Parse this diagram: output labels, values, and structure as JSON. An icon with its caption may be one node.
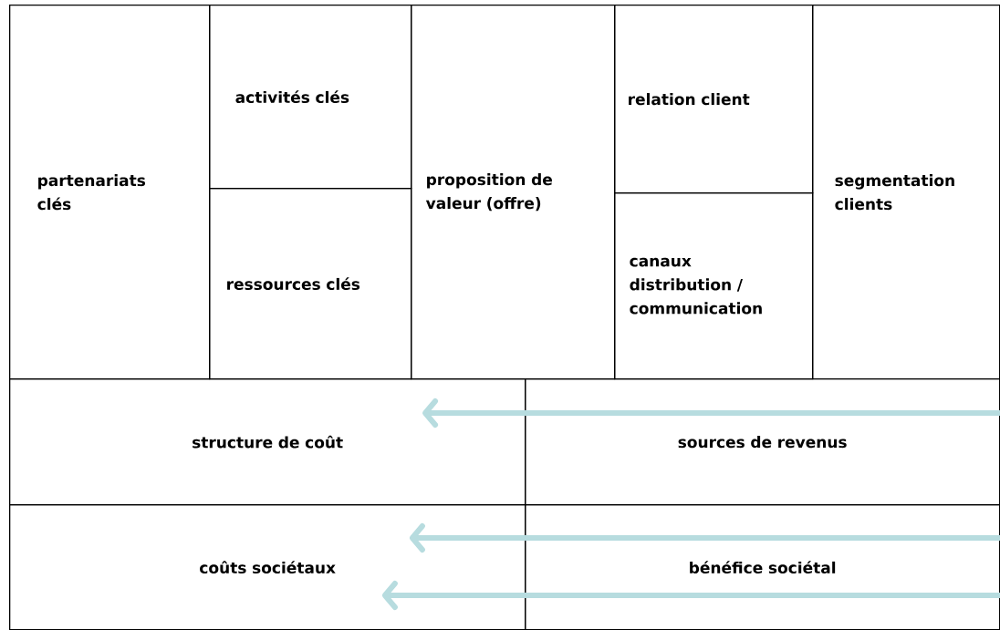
{
  "diagram": {
    "nodes": [
      {
        "text": [
          "partenariats clés"
        ]
      },
      {
        "text": [
          "activités clés"
        ]
      },
      {
        "text": [
          "ressources clés"
        ]
      },
      {
        "text": [
          "proposition de valeur (offre)"
        ]
      },
      {
        "text": [
          "relation client"
        ]
      },
      {
        "text": [
          "canaux distribution / communication"
        ]
      },
      {
        "text": [
          "segmentation clients"
        ]
      },
      {
        "text": [
          "structure de coût"
        ]
      },
      {
        "text": [
          "sources de revenus"
        ]
      },
      {
        "text": [
          "coûts sociétaux"
        ]
      },
      {
        "text": [
          "bénéfice sociétal"
        ]
      }
    ],
    "edges": [
      {
        "from": 8,
        "to": 7,
        "arrow": "to"
      },
      {
        "from": 10,
        "to": 9,
        "arrow": "to"
      },
      {
        "from": 10,
        "to": 9,
        "arrow": "to"
      }
    ]
  }
}
